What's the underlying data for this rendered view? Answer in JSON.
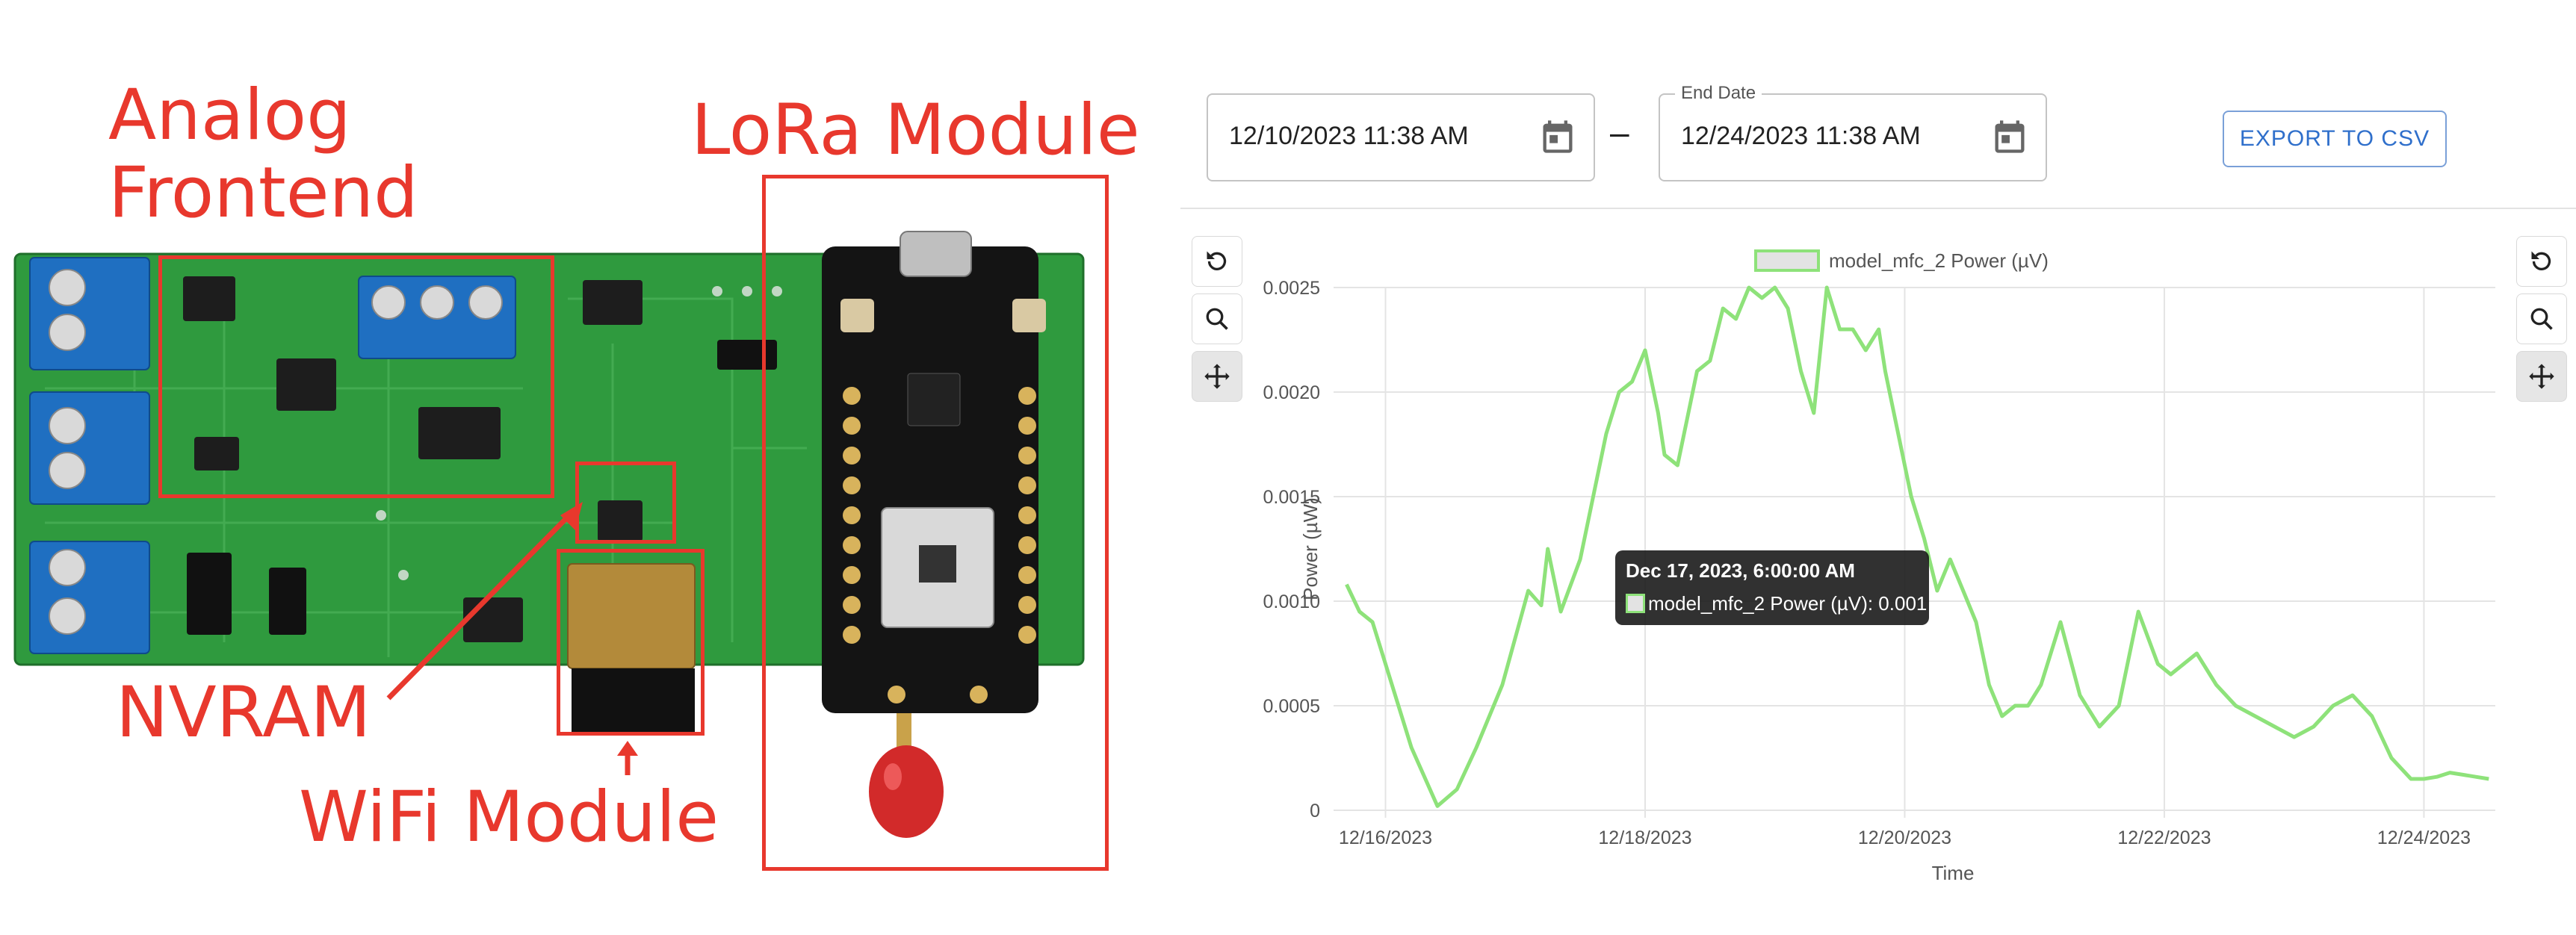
{
  "annotations": {
    "analog_frontend": [
      "Analog",
      "Frontend"
    ],
    "lora_module": "LoRa Module",
    "nvram": "NVRAM",
    "wifi_module": "WiFi Module"
  },
  "colors": {
    "callout": "#e8382d",
    "pcb_green": "#2f9a3e",
    "series": "#8ee27a",
    "export_text": "#2f6fcb"
  },
  "date_range": {
    "start_value": "12/10/2023 11:38 AM",
    "separator": "–",
    "end_label": "End Date",
    "end_value": "12/24/2023 11:38 AM",
    "export_label": "EXPORT TO CSV",
    "calendar_icon": "calendar-icon"
  },
  "toolbar": {
    "reset_icon": "reset-zoom-icon",
    "zoom_icon": "zoom-icon",
    "pan_icon": "pan-icon"
  },
  "tooltip": {
    "title": "Dec 17, 2023, 6:00:00 AM",
    "body": "model_mfc_2 Power (µV): 0.001"
  },
  "chart_data": {
    "type": "line",
    "xlabel": "Time",
    "ylabel": "Power (µW)",
    "ylim": [
      0,
      0.0025
    ],
    "y_ticks": [
      "0",
      "0.0005",
      "0.0010",
      "0.0015",
      "0.0020",
      "0.0025"
    ],
    "x_ticks": [
      "12/16/2023",
      "12/18/2023",
      "12/20/2023",
      "12/22/2023",
      "12/24/2023"
    ],
    "grid": true,
    "legend_position": "top",
    "series": [
      {
        "name": "model_mfc_2 Power (µV)",
        "x": [
          15.7,
          15.8,
          15.9,
          16.0,
          16.2,
          16.4,
          16.55,
          16.7,
          16.9,
          17.1,
          17.2,
          17.25,
          17.35,
          17.5,
          17.6,
          17.7,
          17.8,
          17.9,
          18.0,
          18.1,
          18.15,
          18.25,
          18.4,
          18.5,
          18.6,
          18.7,
          18.8,
          18.9,
          19.0,
          19.1,
          19.2,
          19.3,
          19.4,
          19.5,
          19.6,
          19.7,
          19.8,
          19.85,
          19.95,
          20.05,
          20.15,
          20.25,
          20.35,
          20.45,
          20.55,
          20.65,
          20.75,
          20.85,
          20.95,
          21.05,
          21.2,
          21.35,
          21.5,
          21.65,
          21.8,
          21.95,
          22.05,
          22.15,
          22.25,
          22.4,
          22.55,
          22.7,
          22.85,
          23.0,
          23.15,
          23.3,
          23.45,
          23.6,
          23.75,
          23.9,
          24.0,
          24.1,
          24.2,
          24.3,
          24.4,
          24.5
        ],
        "y": [
          0.00108,
          0.00095,
          0.0009,
          0.0007,
          0.0003,
          2e-05,
          0.0001,
          0.0003,
          0.0006,
          0.00105,
          0.00098,
          0.00125,
          0.00095,
          0.0012,
          0.0015,
          0.0018,
          0.002,
          0.00205,
          0.0022,
          0.0019,
          0.0017,
          0.00165,
          0.0021,
          0.00215,
          0.0024,
          0.00235,
          0.0025,
          0.00245,
          0.0025,
          0.0024,
          0.0021,
          0.0019,
          0.0025,
          0.0023,
          0.0023,
          0.0022,
          0.0023,
          0.0021,
          0.0018,
          0.0015,
          0.0013,
          0.00105,
          0.0012,
          0.00105,
          0.0009,
          0.0006,
          0.00045,
          0.0005,
          0.0005,
          0.0006,
          0.0009,
          0.00055,
          0.0004,
          0.0005,
          0.00095,
          0.0007,
          0.00065,
          0.0007,
          0.00075,
          0.0006,
          0.0005,
          0.00045,
          0.0004,
          0.00035,
          0.0004,
          0.0005,
          0.00055,
          0.00045,
          0.00025,
          0.00015,
          0.00015,
          0.00016,
          0.00018,
          0.00017,
          0.00016,
          0.00015
        ]
      }
    ]
  }
}
